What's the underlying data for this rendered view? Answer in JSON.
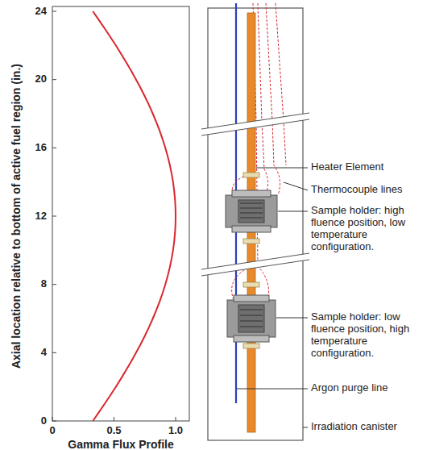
{
  "diagram": {
    "labels": [
      "Axial location relative to bottom of active fuel region (in.)",
      "24",
      "20",
      "16",
      "12",
      "8",
      "4",
      "0",
      "0",
      "0.5",
      "1.0",
      "Gamma Flux Profile",
      "Heater Element",
      "Thermocouple lines",
      "Sample holder: high fluence position, low temperature configuration.",
      "Sample holder: low fluence position, high temperature configuration.",
      "Argon purge line",
      "Irradiation canister"
    ]
  }
}
